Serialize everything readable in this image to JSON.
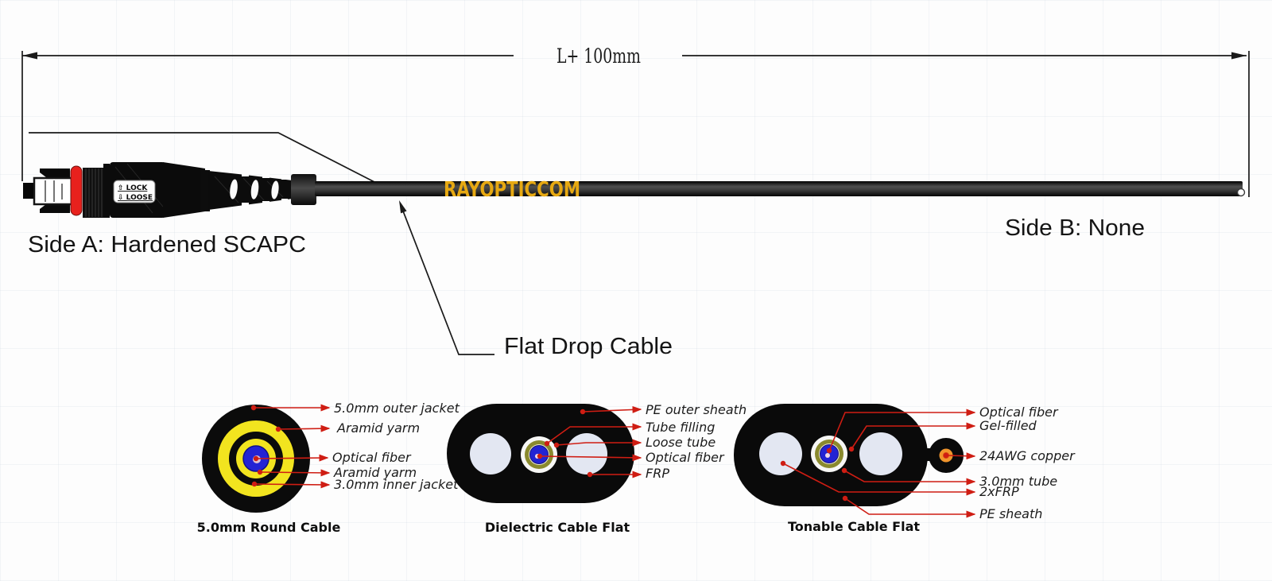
{
  "diagram": {
    "dimension_label": "L+ 100mm",
    "brand_watermark": "RAYOPTICCOM",
    "side_a_label": "Side A: Hardened SCAPC",
    "side_b_label": "Side B: None",
    "cable_callout": "Flat Drop Cable",
    "connector": {
      "lock_marking": "⇧ LOCK",
      "loose_marking": "⇩ LOOSE"
    }
  },
  "cross_sections": [
    {
      "title": "5.0mm Round Cable",
      "labels": [
        "5.0mm outer jacket",
        "Aramid yarm",
        "Optical fiber",
        "Aramid yarm",
        "3.0mm inner jacket"
      ]
    },
    {
      "title": "Dielectric Cable Flat",
      "labels": [
        "PE outer sheath",
        "Tube filling",
        "Loose tube",
        "Optical fiber",
        "FRP"
      ]
    },
    {
      "title": "Tonable Cable Flat",
      "labels": [
        "Optical fiber",
        "Gel-filled",
        "24AWG copper",
        "3.0mm tube",
        "2xFRP",
        "PE sheath"
      ]
    }
  ],
  "colors": {
    "leader_red": "#cf1d13",
    "aramid_yellow": "#f2e41f",
    "fiber_blue": "#2323d4",
    "loose_tube_olive": "#8a8a2e",
    "frp_light": "#e3e7f2",
    "copper_orange": "#f1952c",
    "brand_yellow": "#e7a912",
    "connector_red_ring": "#e8211d"
  }
}
